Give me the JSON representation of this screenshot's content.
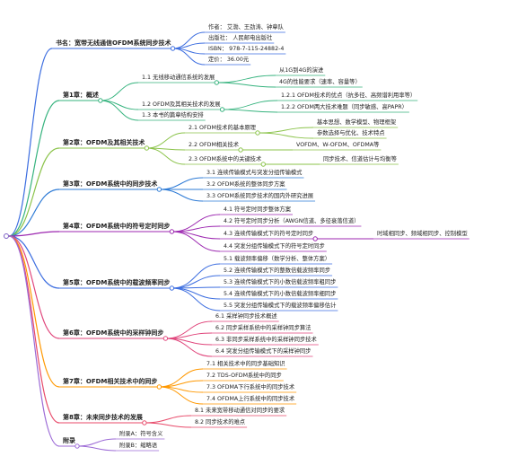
{
  "book_info": {
    "label": "书名：宽带无线通信OFDM系统同步技术",
    "author": "作者： 艾渤、王劲涛、钟章队",
    "publisher": "出版社： 人民邮电出版社",
    "isbn": "ISBN： 978-7-115-24882-4",
    "price": "定价： 36.00元"
  },
  "chapters": [
    {
      "label": "第1章：概述",
      "sections": [
        {
          "label": "1.1 无线移动通信系统的发展",
          "items": [
            "从1G到4G的演进",
            "4G的性能要求（速率、容量等）"
          ]
        },
        {
          "label": "1.2 OFDM及其相关技术的发展",
          "items": [
            "1.2.1 OFDM技术的优点（抗多径、高频谱利用率等）",
            "1.2.2 OFDM两大技术难题（同步敏感、高PAPR）"
          ]
        },
        {
          "label": "1.3 本书的篇章结构安排",
          "items": []
        }
      ]
    },
    {
      "label": "第2章：OFDM及其相关技术",
      "sections": [
        {
          "label": "2.1 OFDM技术的基本原理",
          "items": [
            "基本思想、数学模型、物理框架",
            "参数选择与优化、技术特点"
          ]
        },
        {
          "label": "2.2 OFDM相关技术",
          "items": [
            "VOFDM、W-OFDM、OFDMA等"
          ]
        },
        {
          "label": "2.3 OFDM系统中的关键技术",
          "items": [
            "同步技术、信道估计与均衡等"
          ]
        }
      ]
    },
    {
      "label": "第3章：OFDM系统中的同步技术",
      "sections": [
        {
          "label": "3.1 连续传输模式与突发分组传输模式",
          "items": []
        },
        {
          "label": "3.2 OFDM系统的整体同步方案",
          "items": []
        },
        {
          "label": "3.3 OFDM系统同步技术的国内外研究进展",
          "items": []
        }
      ]
    },
    {
      "label": "第4章：OFDM系统中的符号定时同步",
      "sections": [
        {
          "label": "4.1 符号定时同步整体方案",
          "items": []
        },
        {
          "label": "4.2 符号定时同步分析（AWGN信道、多径衰落信道）",
          "items": []
        },
        {
          "label": "4.3 连续传输模式下的符号定时同步",
          "items": [
            "时域相同步、频域相同步、控制模型"
          ]
        },
        {
          "label": "4.4 突发分组传输模式下的符号定时同步",
          "items": []
        }
      ]
    },
    {
      "label": "第5章：OFDM系统中的载波频率同步",
      "sections": [
        {
          "label": "5.1 载波频率偏移（数学分析、整体方案）",
          "items": []
        },
        {
          "label": "5.2 连续传输模式下的整数倍载波频率同步",
          "items": []
        },
        {
          "label": "5.3 连续传输模式下的小数倍载波频率粗同步",
          "items": []
        },
        {
          "label": "5.4 连续传输模式下的小数倍载波频率细同步",
          "items": []
        },
        {
          "label": "5.5 突发分组传输模式下的载波频率偏移估计",
          "items": []
        }
      ]
    },
    {
      "label": "第6章：OFDM系统中的采样钟同步",
      "sections": [
        {
          "label": "6.1 采样钟同步技术概述",
          "items": []
        },
        {
          "label": "6.2 同步采样系统中的采样钟同步算法",
          "items": []
        },
        {
          "label": "6.3 非同步采样系统中的采样钟同步技术",
          "items": []
        },
        {
          "label": "6.4 突发分组传输模式下的采样钟同步",
          "items": []
        }
      ]
    },
    {
      "label": "第7章：OFDM相关技术中的同步",
      "sections": [
        {
          "label": "7.1 相关技术中的同步基础知识",
          "items": []
        },
        {
          "label": "7.2 TDS-OFDM系统中的同步",
          "items": []
        },
        {
          "label": "7.3 OFDMA下行系统中的同步技术",
          "items": []
        },
        {
          "label": "7.4 OFDMA上行系统中的同步技术",
          "items": []
        }
      ]
    },
    {
      "label": "第8章：未来同步技术的发展",
      "sections": [
        {
          "label": "8.1 未来宽带移动通信对同步的要求",
          "items": []
        },
        {
          "label": "8.2 同步技术的难点",
          "items": []
        }
      ]
    },
    {
      "label": "附录",
      "sections": [
        {
          "label": "附录A：符号含义",
          "items": []
        },
        {
          "label": "附录B：缩略语",
          "items": []
        }
      ]
    }
  ],
  "colors": {
    "root": "#7a5cc4",
    "book_info": "#3d6ee0",
    "chapters": [
      "#36b37e",
      "#8bc34a",
      "#2e7bd6",
      "#9c27b0",
      "#3d6ee0",
      "#e0457b",
      "#ff9800",
      "#e84a6a",
      "#9c6ad6"
    ]
  }
}
